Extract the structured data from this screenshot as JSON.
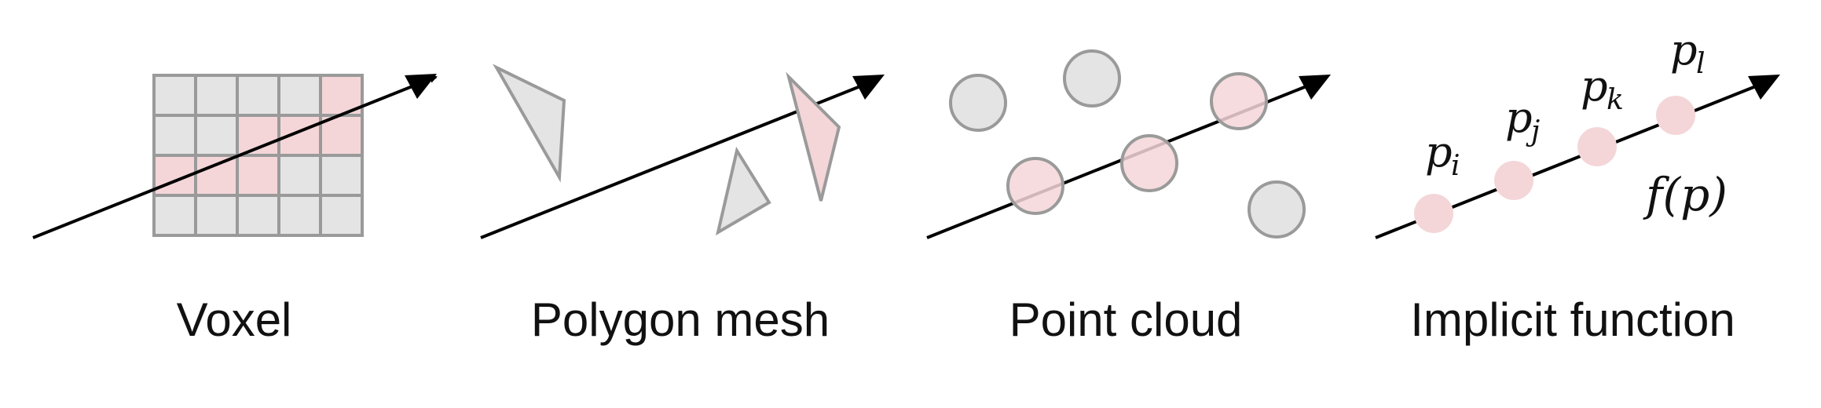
{
  "panels": [
    {
      "caption": "Voxel"
    },
    {
      "caption": "Polygon mesh"
    },
    {
      "caption": "Point cloud"
    },
    {
      "caption": "Implicit function"
    }
  ],
  "implicit": {
    "points": [
      {
        "base": "p",
        "sub": "i"
      },
      {
        "base": "p",
        "sub": "j"
      },
      {
        "base": "p",
        "sub": "k"
      },
      {
        "base": "p",
        "sub": "l"
      }
    ],
    "function_label": "f(p)"
  },
  "colors": {
    "ray": "#000000",
    "gray_fill": "#e4e4e4",
    "gray_stroke": "#9a9a9a",
    "pink_fill": "#f4d6d8",
    "pink_stroke": "#b8a2a4"
  }
}
